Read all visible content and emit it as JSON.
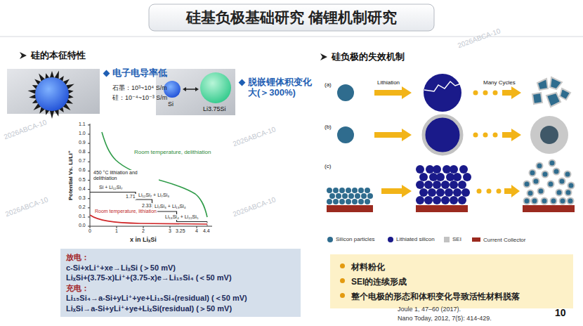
{
  "diagram": {
    "title": "硅基负极基础研究  储锂机制研究",
    "nodes": [
      {
        "text": [
          "放电：",
          "c-Si+xLi⁺+xe→LiₓSi (＞50 mV)",
          "LiₓSi+(3.75-x)Li⁺+(3.75-x)e→Li₁₅Si₄ (＜50 mV)",
          "充电：",
          "Li₁₅Si₄→a-Si+yLi⁺+ye+Li₁₅Si₄(residual) (＜50 mV)",
          "LiₓSi→a-Si+yLi⁺+ye+LiₓSi(residual) (＞50 mV)"
        ]
      },
      {
        "text": [
          "材料粉化",
          "SEI的连续形成",
          "整个电极的形态和体积变化导致活性材料脱落"
        ]
      }
    ],
    "labels": [
      "硅的本征特性",
      "电子电导率低",
      "石墨：10³~10⁴ S/m",
      "硅：10⁻⁴~10⁻³ S/m",
      "脱嵌锂体积变化大(＞300%)",
      "Si",
      "Li3.75Si",
      "Potential Vs. Li/Li⁺",
      "0.0",
      "0.1",
      "0.2",
      "0.3",
      "0.4",
      "0.5",
      "0.6",
      "0.7",
      "0.8",
      "0.9",
      "1.0",
      "1.1",
      "0",
      "1",
      "2",
      "3",
      "4",
      "1.71",
      "2.33",
      "3.25",
      "4.4",
      "x in LiₓSi",
      "Room temperature, delithiation",
      "450 °C lithiation and delithiation",
      "Si + Li₁₂Si₇",
      "Li₁₂Si₇ + Li₇Si₃",
      "Li₇Si₃ + Li₁₃Si₄",
      "Li₁₃Si₄ + Li₂₂Si₅",
      "Room temperature, lithiation",
      "硅负极的失效机制",
      "(a)",
      "(b)",
      "(c)",
      "Lithiation",
      "Many Cycles",
      "Joule 1, 47–60 (2017).",
      "Nano Today, 2012, 7(5): 414-429.",
      "10",
      "2026ABCA-10",
      "2026ABCA-10",
      "2026ABCA-10",
      "2026ABCA-10",
      "2026ABCA-10"
    ],
    "legend": [
      {
        "text": "Silicon particles",
        "color": "#2f6c8e"
      },
      {
        "text": "Lithiated silicon",
        "color": "#1a1a8a"
      },
      {
        "text": "SEI",
        "color": "#c2c2c2"
      },
      {
        "text": "Current Collector",
        "color": "#9b2a1f"
      }
    ]
  }
}
